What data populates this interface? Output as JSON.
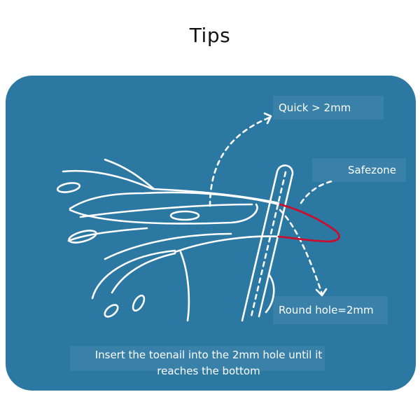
{
  "title": "Tips",
  "labels": {
    "quick": "Quick > 2mm",
    "safezone": "Safezone",
    "round_hole": "Round hole=2mm"
  },
  "instruction": {
    "line1": "Insert the toenail into the 2mm hole until it",
    "line2": "reaches the bottom"
  },
  "colors": {
    "card": "#2b78a3",
    "line": "#ffffff",
    "safezone": "#c8102e",
    "title": "#111111"
  }
}
